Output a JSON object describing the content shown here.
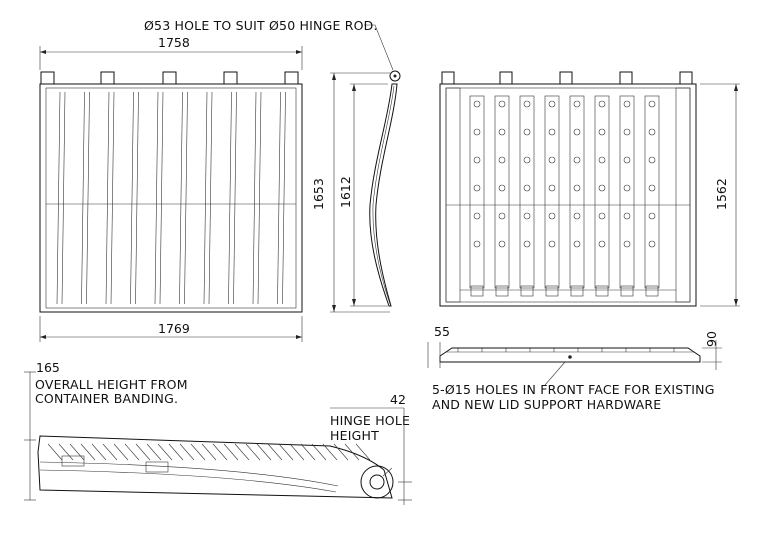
{
  "notes": {
    "hinge_hole": "Ø53 HOLE TO SUIT Ø50 HINGE ROD.",
    "overall_height": [
      "OVERALL HEIGHT FROM",
      "CONTAINER BANDING."
    ],
    "hinge_hole_height": [
      "HINGE HOLE",
      "HEIGHT"
    ],
    "holes": [
      "5-Ø15 HOLES IN FRONT FACE FOR EXISTING",
      "AND NEW LID SUPPORT HARDWARE"
    ]
  },
  "dimensions": {
    "top_width": "1758",
    "bottom_width": "1769",
    "overall_length": "1653",
    "side_length": "1612",
    "underside_length": "1562",
    "edge_offset": "55",
    "edge_height": "90",
    "overall_height": "165",
    "hinge_height": "42"
  }
}
